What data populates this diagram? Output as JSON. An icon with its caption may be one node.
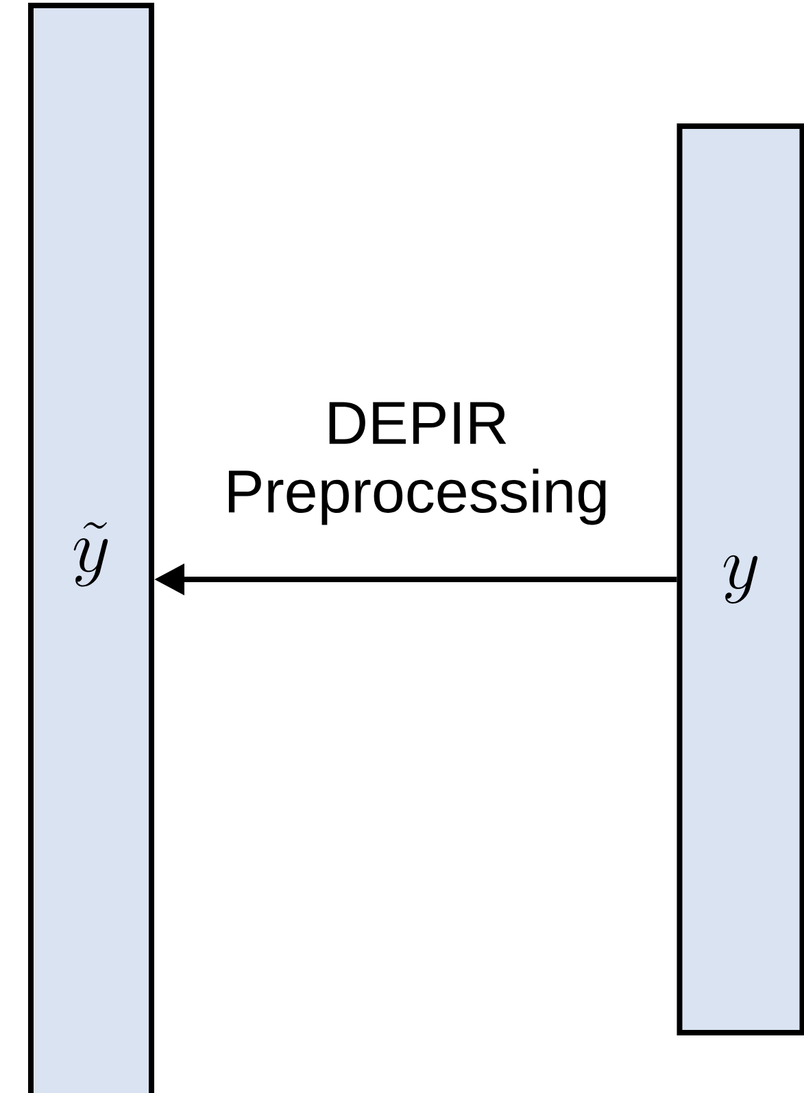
{
  "diagram": {
    "nodes": [
      {
        "text": [
          "\\tilde{y}"
        ]
      },
      {
        "text": [
          "y"
        ]
      }
    ],
    "edges": [
      {
        "from": 1,
        "to": 0,
        "arrow": "to",
        "label": "DEPIR Preprocessing"
      }
    ]
  }
}
